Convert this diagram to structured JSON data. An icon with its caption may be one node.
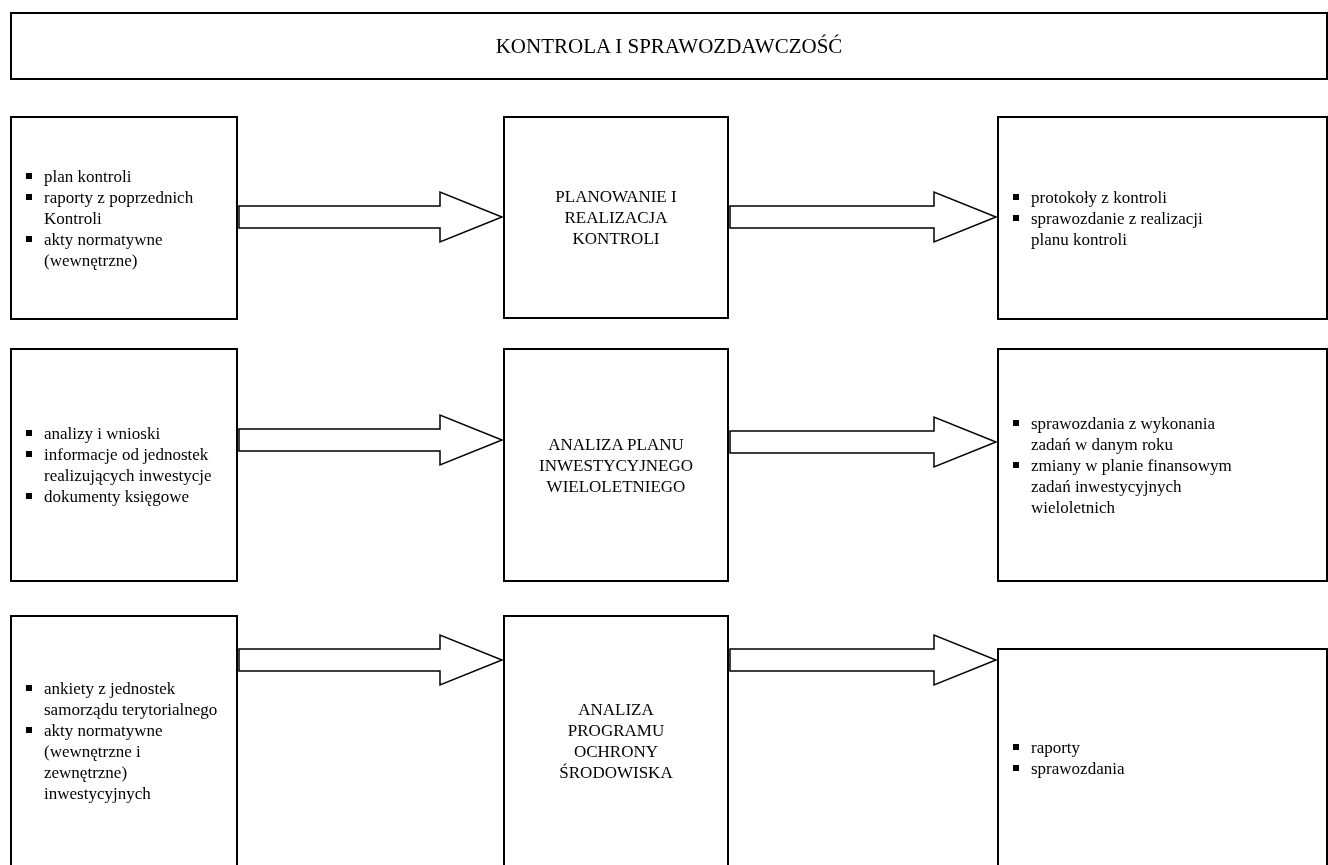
{
  "diagram": {
    "nodes": [
      {
        "text": [
          "KONTROLA I SPRAWOZDAWCZOŚĆ"
        ]
      },
      {
        "text": [
          "plan kontroli",
          "raporty z poprzednich Kontroli",
          "akty normatywne (wewnętrzne)"
        ]
      },
      {
        "text": [
          "PLANOWANIE I REALIZACJA KONTROLI"
        ]
      },
      {
        "text": [
          "protokoły z kontroli",
          "sprawozdanie z realizacji planu kontroli"
        ]
      },
      {
        "text": [
          "analizy i wnioski",
          "informacje od jednostek realizujących inwestycje",
          "dokumenty księgowe"
        ]
      },
      {
        "text": [
          "ANALIZA PLANU INWESTYCYJNEGO WIELOLETNIEGO"
        ]
      },
      {
        "text": [
          "sprawozdania z wykonania zadań w danym roku",
          "zmiany w planie finansowym zadań inwestycyjnych wieloletnich"
        ]
      },
      {
        "text": [
          "ankiety z jednostek samorządu terytorialnego",
          "akty normatywne (wewnętrzne i zewnętrzne) inwestycyjnych"
        ]
      },
      {
        "text": [
          "ANALIZA PROGRAMU OCHRONY ŚRODOWISKA"
        ]
      },
      {
        "text": [
          "raporty",
          "sprawozdania"
        ]
      }
    ],
    "edges": [
      {
        "from": 1,
        "to": 2,
        "arrow": "to"
      },
      {
        "from": 2,
        "to": 3,
        "arrow": "to"
      },
      {
        "from": 4,
        "to": 5,
        "arrow": "to"
      },
      {
        "from": 5,
        "to": 6,
        "arrow": "to"
      },
      {
        "from": 7,
        "to": 8,
        "arrow": "to"
      },
      {
        "from": 8,
        "to": 9,
        "arrow": "to"
      }
    ]
  }
}
